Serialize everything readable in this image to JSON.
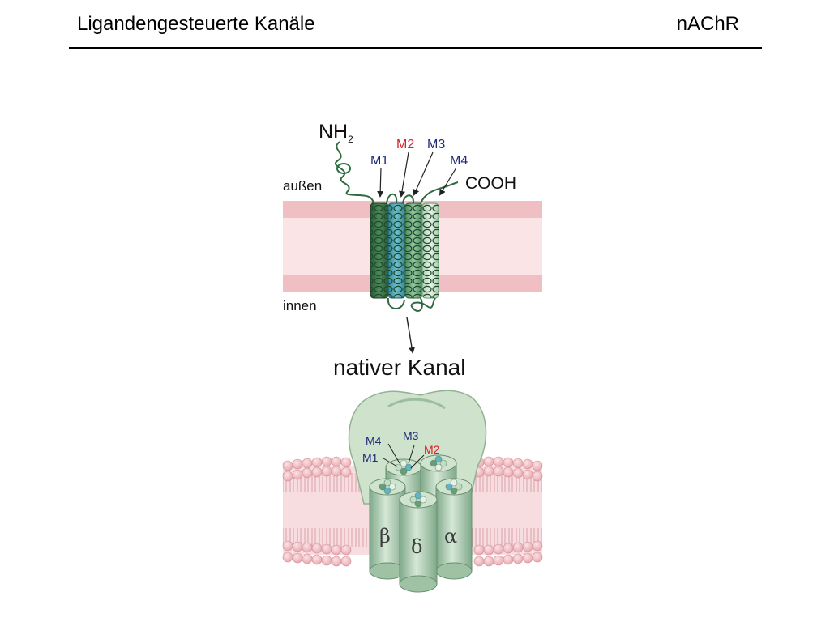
{
  "header": {
    "title": "Ligandengesteuerte Kanäle",
    "tag": "nAChR"
  },
  "figure": {
    "nh2_base": "NH",
    "nh2_sub": "2",
    "cooh": "COOH",
    "outside": "außen",
    "inside": "innen",
    "caption": "nativer Kanal",
    "segments": {
      "m1": "M1",
      "m2": "M2",
      "m3": "M3",
      "m4": "M4"
    },
    "subunits": {
      "beta": "β",
      "delta": "δ",
      "alpha": "α"
    },
    "colors": {
      "membrane": "#f2c4c8",
      "membrane_core": "#fbe6e8",
      "label_blue": "#1f2a78",
      "label_red": "#d6202a",
      "helix_dark": "#2f6b3e",
      "helix_teal": "#4a9fb0",
      "helix_mid": "#6ca57d",
      "helix_light": "#cfe3d2",
      "protein": "#c9dcc4"
    }
  }
}
